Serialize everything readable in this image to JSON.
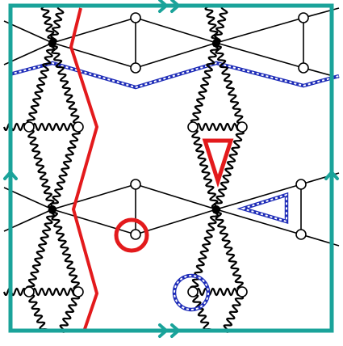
{
  "colors": {
    "frame": "#1aa39a",
    "lattice": "#000000",
    "wavy": "#000000",
    "path": "#e31a1c",
    "dashed_dark": "#1f2db8",
    "dashed_light": "#ffffff",
    "node_fill": "#ffffff",
    "background": "#ffffff"
  },
  "icons": {
    "frame_arrows": "teal-chevron-arrows",
    "red_marker": "red-circle-and-triangle",
    "blue_marker": "blue-dashed-circle-and-triangle"
  }
}
